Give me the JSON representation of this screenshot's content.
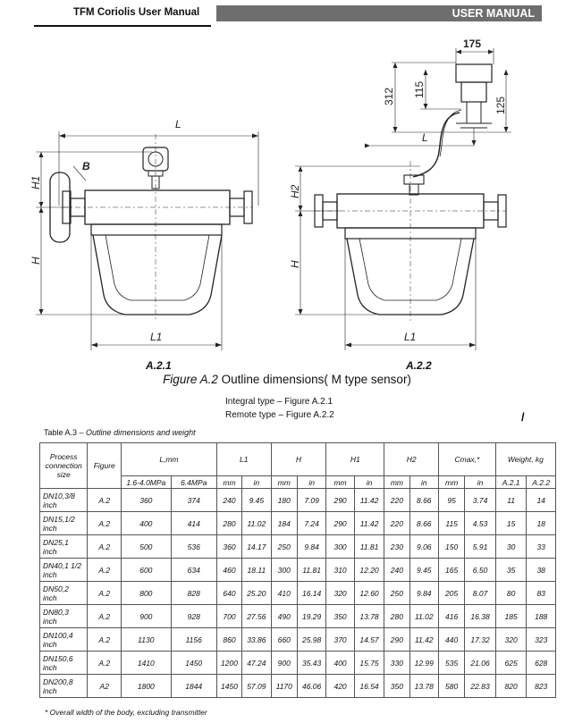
{
  "header": {
    "doc_title": "TFM Coriolis User Manual",
    "section": "USER MANUAL"
  },
  "figure": {
    "labels": {
      "L": "L",
      "L1": "L1",
      "H": "H",
      "H1": "H1",
      "H2": "H2",
      "B": "B",
      "d175": "175",
      "d312": "312",
      "d115": "115",
      "d125": "125"
    },
    "sub_left": "A.2.1",
    "sub_right": "A.2.2",
    "caption_prefix": "Figure A.2",
    "caption_text": " Outline dimensions( M type sensor)",
    "note_line1": "Integral type – Figure A.2.1",
    "note_line2": "Remote type – Figure A.2.2",
    "stray_mark": "/"
  },
  "table": {
    "title_prefix": "Table A.3 – ",
    "title_italic": "Outline dimensions and weight",
    "headers": {
      "process_size": "Process connection size",
      "figure": "Figure",
      "l_mm": "L,mm",
      "l1": "L1",
      "h": "H",
      "h1": "H1",
      "h2": "H2",
      "cmax": "Cmax,*",
      "weight": "Weight, kg",
      "p1": "1.6-4.0MPa",
      "p2": "6.4MPa",
      "mm": "mm",
      "in": "in",
      "a21": "A.2.1",
      "a22": "A.2.2"
    },
    "rows": [
      {
        "size1": "DN10,3/8",
        "size2": "inch",
        "fig": "A.2",
        "l_a": "360",
        "l_b": "374",
        "l1_mm": "240",
        "l1_in": "9.45",
        "h_mm": "180",
        "h_in": "7.09",
        "h1_mm": "290",
        "h1_in": "11.42",
        "h2_mm": "220",
        "h2_in": "8.66",
        "c_mm": "95",
        "c_in": "3.74",
        "w1": "11",
        "w2": "14"
      },
      {
        "size1": "DN15,1/2",
        "size2": "inch",
        "fig": "A.2",
        "l_a": "400",
        "l_b": "414",
        "l1_mm": "280",
        "l1_in": "11.02",
        "h_mm": "184",
        "h_in": "7.24",
        "h1_mm": "290",
        "h1_in": "11.42",
        "h2_mm": "220",
        "h2_in": "8.66",
        "c_mm": "115",
        "c_in": "4.53",
        "w1": "15",
        "w2": "18"
      },
      {
        "size1": "DN25,1",
        "size2": "inch",
        "fig": "A.2",
        "l_a": "500",
        "l_b": "536",
        "l1_mm": "360",
        "l1_in": "14.17",
        "h_mm": "250",
        "h_in": "9.84",
        "h1_mm": "300",
        "h1_in": "11.81",
        "h2_mm": "230",
        "h2_in": "9.06",
        "c_mm": "150",
        "c_in": "5.91",
        "w1": "30",
        "w2": "33"
      },
      {
        "size1": "DN40,1 1/2",
        "size2": "inch",
        "fig": "A.2",
        "l_a": "600",
        "l_b": "634",
        "l1_mm": "460",
        "l1_in": "18.11",
        "h_mm": "300",
        "h_in": "11.81",
        "h1_mm": "310",
        "h1_in": "12.20",
        "h2_mm": "240",
        "h2_in": "9.45",
        "c_mm": "165",
        "c_in": "6.50",
        "w1": "35",
        "w2": "38"
      },
      {
        "size1": "DN50,2",
        "size2": "inch",
        "fig": "A.2",
        "l_a": "800",
        "l_b": "828",
        "l1_mm": "640",
        "l1_in": "25.20",
        "h_mm": "410",
        "h_in": "16.14",
        "h1_mm": "320",
        "h1_in": "12.60",
        "h2_mm": "250",
        "h2_in": "9.84",
        "c_mm": "205",
        "c_in": "8.07",
        "w1": "80",
        "w2": "83"
      },
      {
        "size1": "DN80,3",
        "size2": "inch",
        "fig": "A.2",
        "l_a": "900",
        "l_b": "928",
        "l1_mm": "700",
        "l1_in": "27.56",
        "h_mm": "490",
        "h_in": "19.29",
        "h1_mm": "350",
        "h1_in": "13.78",
        "h2_mm": "280",
        "h2_in": "11.02",
        "c_mm": "416",
        "c_in": "16.38",
        "w1": "185",
        "w2": "188"
      },
      {
        "size1": "DN100,4",
        "size2": "inch",
        "fig": "A.2",
        "l_a": "1130",
        "l_b": "1156",
        "l1_mm": "860",
        "l1_in": "33.86",
        "h_mm": "660",
        "h_in": "25.98",
        "h1_mm": "370",
        "h1_in": "14.57",
        "h2_mm": "290",
        "h2_in": "11.42",
        "c_mm": "440",
        "c_in": "17.32",
        "w1": "320",
        "w2": "323"
      },
      {
        "size1": "DN150,6",
        "size2": "inch",
        "fig": "A.2",
        "l_a": "1410",
        "l_b": "1450",
        "l1_mm": "1200",
        "l1_in": "47.24",
        "h_mm": "900",
        "h_in": "35.43",
        "h1_mm": "400",
        "h1_in": "15.75",
        "h2_mm": "330",
        "h2_in": "12.99",
        "c_mm": "535",
        "c_in": "21.06",
        "w1": "625",
        "w2": "628"
      },
      {
        "size1": "DN200,8",
        "size2": "inch",
        "fig": "A2",
        "l_a": "1800",
        "l_b": "1844",
        "l1_mm": "1450",
        "l1_in": "57.09",
        "h_mm": "1170",
        "h_in": "46.06",
        "h1_mm": "420",
        "h1_in": "16.54",
        "h2_mm": "350",
        "h2_in": "13.78",
        "c_mm": "580",
        "c_in": "22.83",
        "w1": "820",
        "w2": "823"
      }
    ],
    "footnote": "* Overall width of the body, excluding transmitter"
  }
}
